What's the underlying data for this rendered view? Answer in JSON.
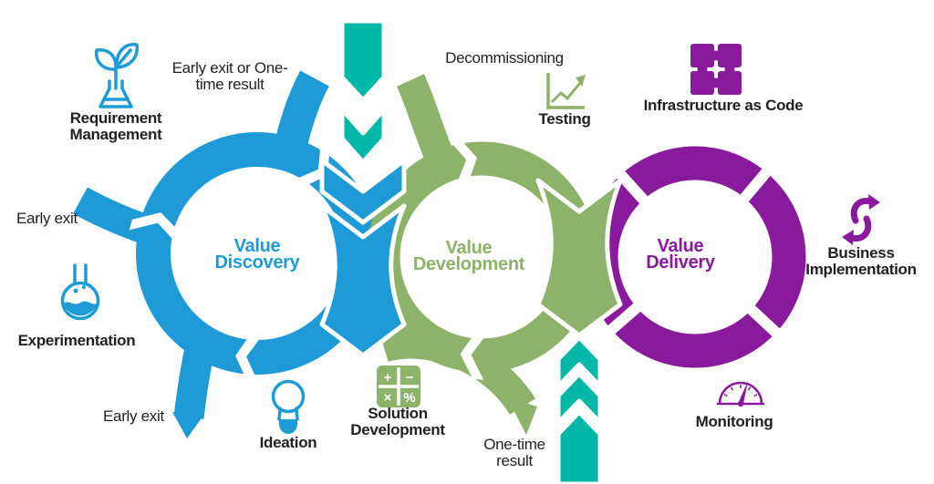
{
  "title": "Value stream process diagram",
  "colors": {
    "discovery_blue": "#1E9BD6",
    "development_green": "#8DB26A",
    "delivery_purple": "#8A1A9C",
    "flow_teal": "#00B7A8",
    "text_dark": "#231F20",
    "background": "#FFFFFF"
  },
  "stages": [
    {
      "id": "value-discovery",
      "label": "Value Discovery",
      "color": "#1E9BD6"
    },
    {
      "id": "value-development",
      "label": "Value Development",
      "color": "#8DB26A"
    },
    {
      "id": "value-delivery",
      "label": "Value Delivery",
      "color": "#8A1A9C"
    }
  ],
  "annotations": {
    "early_exit_or_one_time_result": "Early exit or One-time result",
    "decommissioning": "Decommissioning",
    "early_exit_left": "Early exit",
    "early_exit_bottom": "Early exit",
    "one_time_result": "One-time result"
  },
  "practices": [
    {
      "id": "requirement-management",
      "label": "Requirement Management",
      "icon": "plant-growth-icon"
    },
    {
      "id": "experimentation",
      "label": "Experimentation",
      "icon": "flask-icon"
    },
    {
      "id": "ideation",
      "label": "Ideation",
      "icon": "lightbulb-icon"
    },
    {
      "id": "solution-development",
      "label": "Solution Development",
      "icon": "calculator-icon"
    },
    {
      "id": "testing",
      "label": "Testing",
      "icon": "line-chart-icon"
    },
    {
      "id": "infrastructure-as-code",
      "label": "Infrastructure as Code",
      "icon": "puzzle-icon"
    },
    {
      "id": "business-implementation",
      "label": "Business Implementation",
      "icon": "swap-arrows-icon"
    },
    {
      "id": "monitoring",
      "label": "Monitoring",
      "icon": "gauge-icon"
    }
  ],
  "icons": {
    "calculator_glyphs": [
      "+",
      "−",
      "×",
      "%"
    ]
  }
}
